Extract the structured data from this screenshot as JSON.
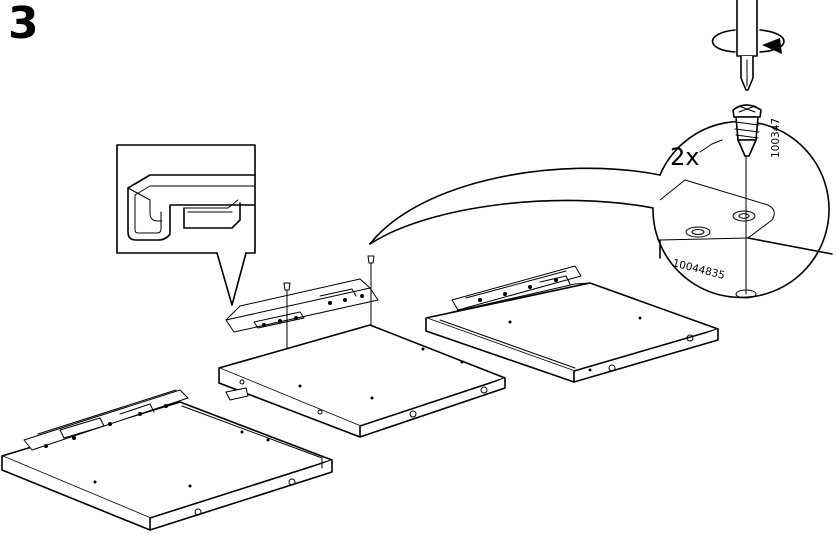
{
  "step": {
    "number": "3"
  },
  "callout": {
    "quantity": "2x",
    "screw_part_number": "100347",
    "bracket_part_number": "10044835"
  },
  "icons": [
    "screwdriver-icon",
    "rotate-clockwise-icon",
    "screw-icon",
    "magnifier-callout-icon",
    "detail-inset-icon"
  ]
}
